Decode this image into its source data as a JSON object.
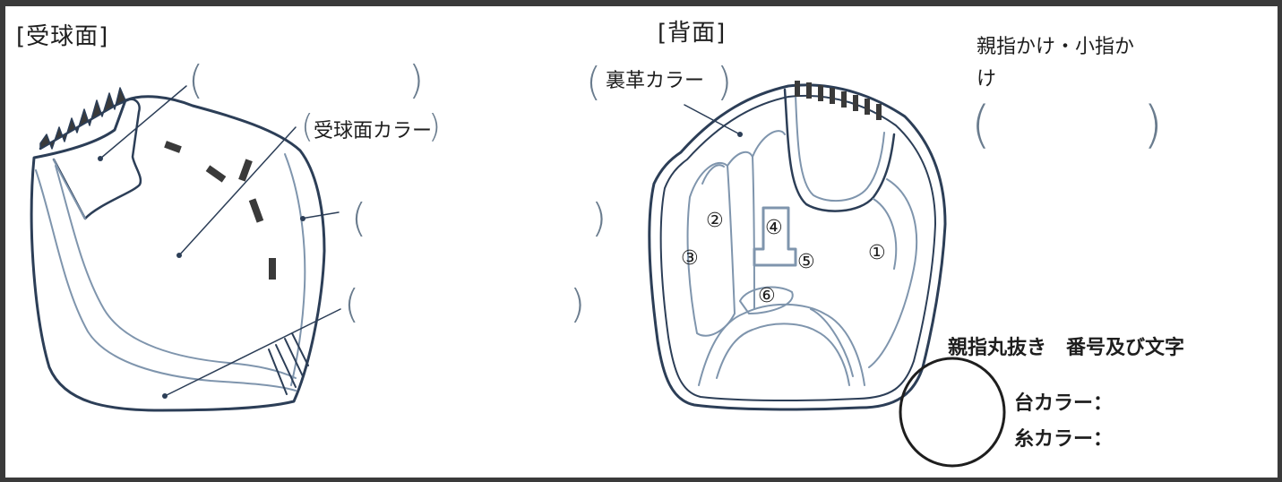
{
  "front": {
    "title": "[受球面]",
    "palm_color_label": "受球面カラー"
  },
  "back": {
    "title": "[背面]",
    "lining_color_label": "裏革カラー",
    "parts": [
      "①",
      "②",
      "③",
      "④",
      "⑤",
      "⑥"
    ]
  },
  "finger_guard": {
    "label_line1": "親指かけ・小指か",
    "label_line2": "け"
  },
  "thumb_emblem": {
    "heading": "親指丸抜き　番号及び文字",
    "base_color_label": "台カラー：",
    "thread_color_label": "糸カラー："
  },
  "colors": {
    "outline": "#2c3e57",
    "inner_line": "#7f95ad",
    "paren": "#6a7c8e"
  }
}
